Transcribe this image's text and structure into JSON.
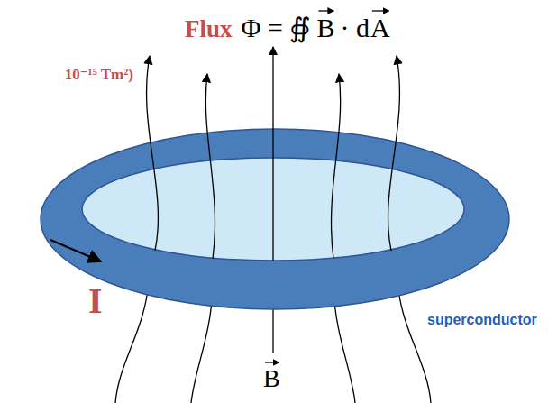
{
  "diagram": {
    "labels": [
      "Flux",
      "Φ = ∯",
      "B",
      "· d",
      "A",
      "10⁻¹⁵ Tm²)",
      "I",
      "superconductor",
      "B"
    ]
  }
}
